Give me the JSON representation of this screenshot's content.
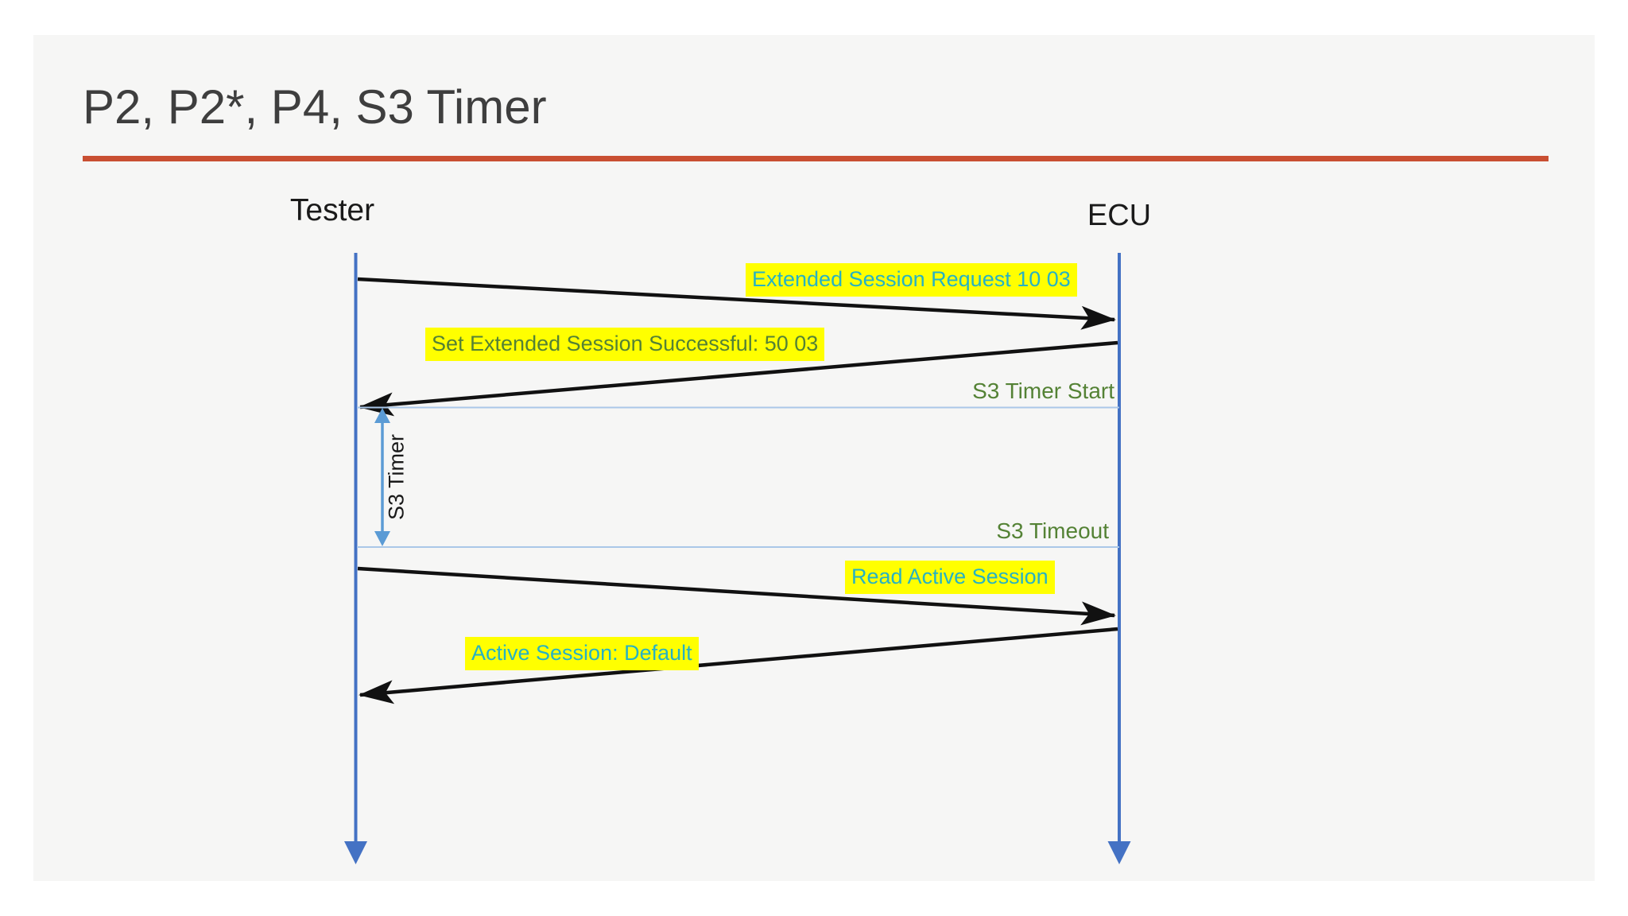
{
  "slide": {
    "title": "P2, P2*, P4, S3 Timer",
    "background_color": "#f6f6f5",
    "divider_color": "#c94f32"
  },
  "actors": [
    {
      "name": "Tester"
    },
    {
      "name": "ECU"
    }
  ],
  "messages": [
    {
      "label": "Extended Session Request 10 03",
      "from": "Tester",
      "to": "ECU",
      "highlight_color": "#ffff00",
      "text_color": "#26b2c4"
    },
    {
      "label": "Set Extended Session Successful: 50 03",
      "from": "ECU",
      "to": "Tester",
      "highlight_color": "#ffff00",
      "text_color": "#548235"
    },
    {
      "label": "Read Active Session",
      "from": "Tester",
      "to": "ECU",
      "highlight_color": "#ffff00",
      "text_color": "#26b2c4"
    },
    {
      "label": "Active Session: Default",
      "from": "ECU",
      "to": "Tester",
      "highlight_color": "#ffff00",
      "text_color": "#26b2c4"
    }
  ],
  "timer": {
    "start_label": "S3 Timer Start",
    "timer_label": "S3 Timer",
    "timeout_label": "S3 Timeout",
    "label_color": "#548235",
    "arrow_color": "#5b9bd5",
    "guide_line_color": "#aac7e8"
  },
  "lifelines": {
    "color": "#4472c4",
    "message_arrow_color": "#111111"
  }
}
